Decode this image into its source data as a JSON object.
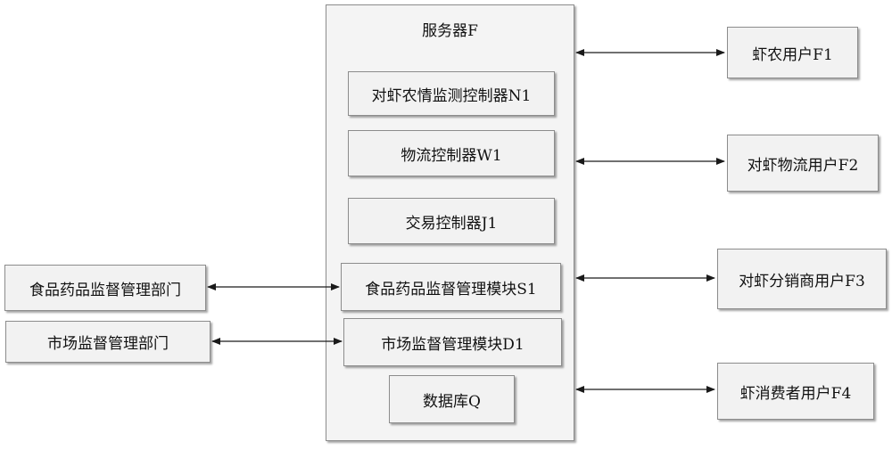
{
  "server": {
    "title": "服务器F"
  },
  "modules": [
    {
      "id": "n1",
      "label": "对虾农情监测控制器N1"
    },
    {
      "id": "w1",
      "label": "物流控制器W1"
    },
    {
      "id": "j1",
      "label": "交易控制器J1"
    },
    {
      "id": "s1",
      "label": "食品药品监督管理模块S1"
    },
    {
      "id": "d1",
      "label": "市场监督管理模块D1"
    },
    {
      "id": "q",
      "label": "数据库Q"
    }
  ],
  "departments": [
    {
      "id": "food",
      "label": "食品药品监督管理部门"
    },
    {
      "id": "market",
      "label": "市场监督管理部门"
    }
  ],
  "users": [
    {
      "id": "f1",
      "label": "虾农用户F1"
    },
    {
      "id": "f2",
      "label": "对虾物流用户F2"
    },
    {
      "id": "f3",
      "label": "对虾分销商用户F3"
    },
    {
      "id": "f4",
      "label": "虾消费者用户F4"
    }
  ],
  "colors": {
    "border": "#8c8c8c",
    "fill": "#f2f2f2",
    "arrow": "#1a1a1a"
  }
}
